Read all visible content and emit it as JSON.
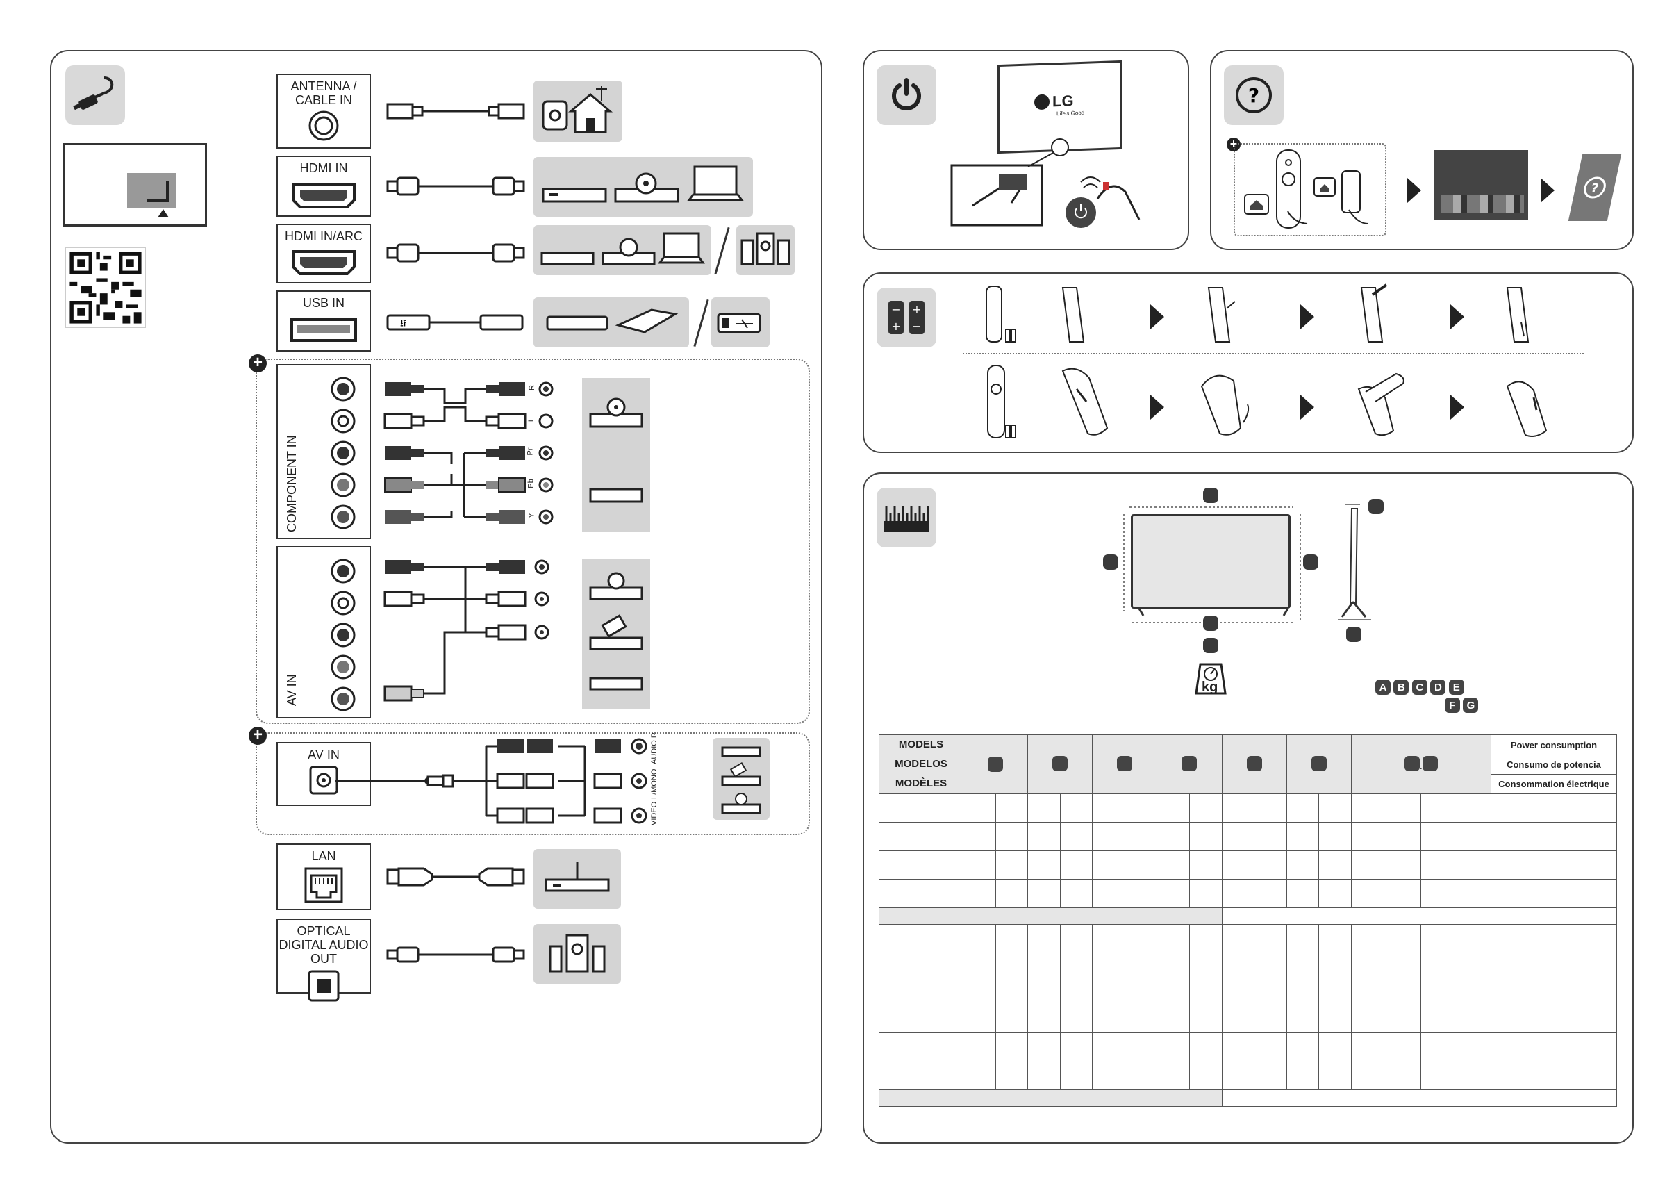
{
  "ports": {
    "antenna": "ANTENNA / CABLE IN",
    "hdmi": "HDMI IN",
    "hdmi_arc": "HDMI IN/ARC",
    "usb": "USB IN",
    "component": "COMPONENT IN",
    "av": "AV IN",
    "av_mini": "AV IN",
    "lan": "LAN",
    "optical": "OPTICAL DIGITAL AUDIO OUT"
  },
  "component_pins": [
    "R",
    "L",
    "Pr",
    "Pb",
    "Y"
  ],
  "av_side_labels": [
    "AUDIO R",
    "L/MONO",
    "VIDEO"
  ],
  "tv_logo": "LG",
  "tv_tagline": "Life's Good",
  "weight_unit": "kg",
  "dimension_letters": [
    "A",
    "B",
    "C",
    "D",
    "E",
    "F",
    "G"
  ],
  "table": {
    "models_labels": [
      "MODELS",
      "MODELOS",
      "MODÈLES"
    ],
    "power_labels": [
      "Power consumption",
      "Consumo de potencia",
      "Consommation électrique"
    ]
  },
  "colors": {
    "panel_border": "#444444",
    "icon_bg": "#d9d9d9",
    "device_bg": "#d4d4d4"
  }
}
